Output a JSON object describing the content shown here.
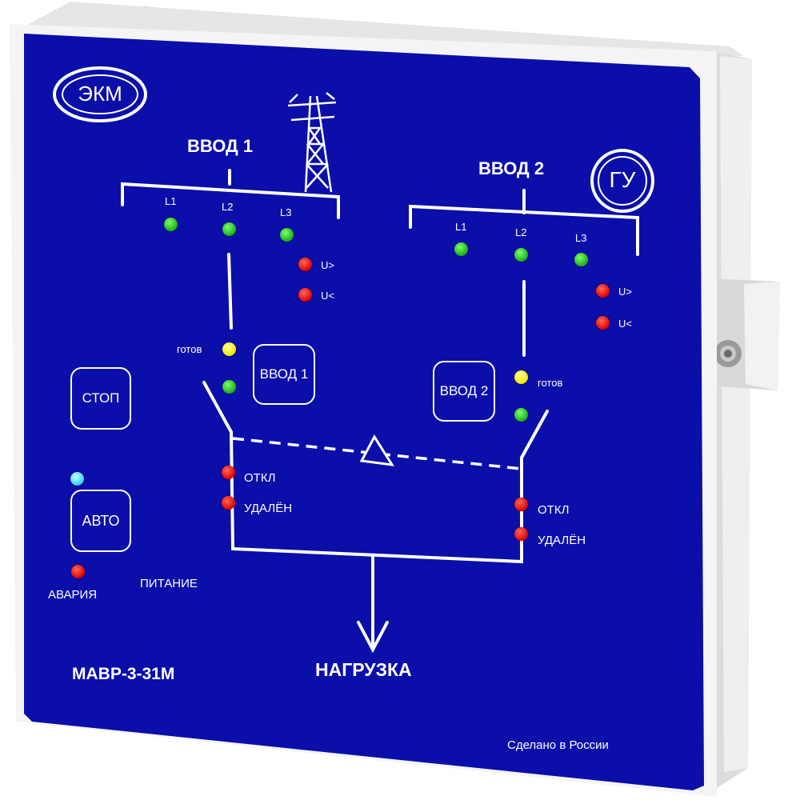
{
  "brand": {
    "logo_text": "ЭКМ"
  },
  "model": "МАВР-3-31М",
  "made_in": "Сделано в России",
  "load_label": "НАГРУЗКА",
  "input1": {
    "title": "ВВОД 1",
    "phases": [
      "L1",
      "L2",
      "L3"
    ],
    "overvoltage": "U>",
    "undervoltage": "U<",
    "ready": "готов",
    "button": "ВВОД 1",
    "off": "ОТКЛ",
    "remote": "УДАЛЁН"
  },
  "input2": {
    "title": "ВВОД 2",
    "badge": "ГУ",
    "phases": [
      "L1",
      "L2",
      "L3"
    ],
    "overvoltage": "U>",
    "undervoltage": "U<",
    "ready": "готов",
    "button": "ВВОД 2",
    "off": "ОТКЛ",
    "remote": "УДАЛЁН"
  },
  "controls": {
    "stop": "СТОП",
    "auto": "АВТО",
    "alarm": "АВАРИЯ",
    "power": "ПИТАНИЕ"
  },
  "colors": {
    "panel": "#0b0ea8",
    "led_green": "#22c322",
    "led_red": "#e60000",
    "led_yellow": "#f5ee00",
    "led_cyan": "#3fd6f2",
    "housing": "#eeeeee",
    "connector": "#2fb52f"
  }
}
